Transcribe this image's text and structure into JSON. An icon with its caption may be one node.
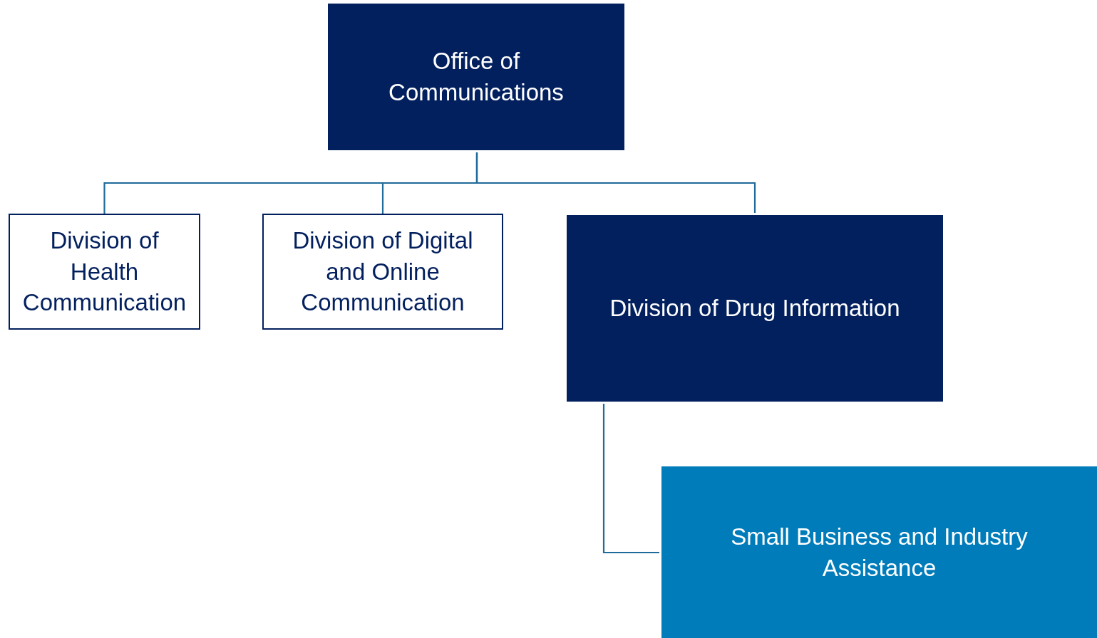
{
  "diagram": {
    "nodes": [
      {
        "text": [
          "Office of Communications"
        ]
      },
      {
        "text": [
          "Division of Health Communication"
        ]
      },
      {
        "text": [
          "Division of Digital and Online Communication"
        ]
      },
      {
        "text": [
          "Division of Drug Information"
        ]
      },
      {
        "text": [
          "Small Business and Industry Assistance"
        ]
      }
    ],
    "edges": [
      {
        "from": 0,
        "to": 1,
        "arrow": "none"
      },
      {
        "from": 0,
        "to": 2,
        "arrow": "none"
      },
      {
        "from": 0,
        "to": 3,
        "arrow": "none"
      },
      {
        "from": 3,
        "to": 4,
        "arrow": "none"
      }
    ]
  }
}
